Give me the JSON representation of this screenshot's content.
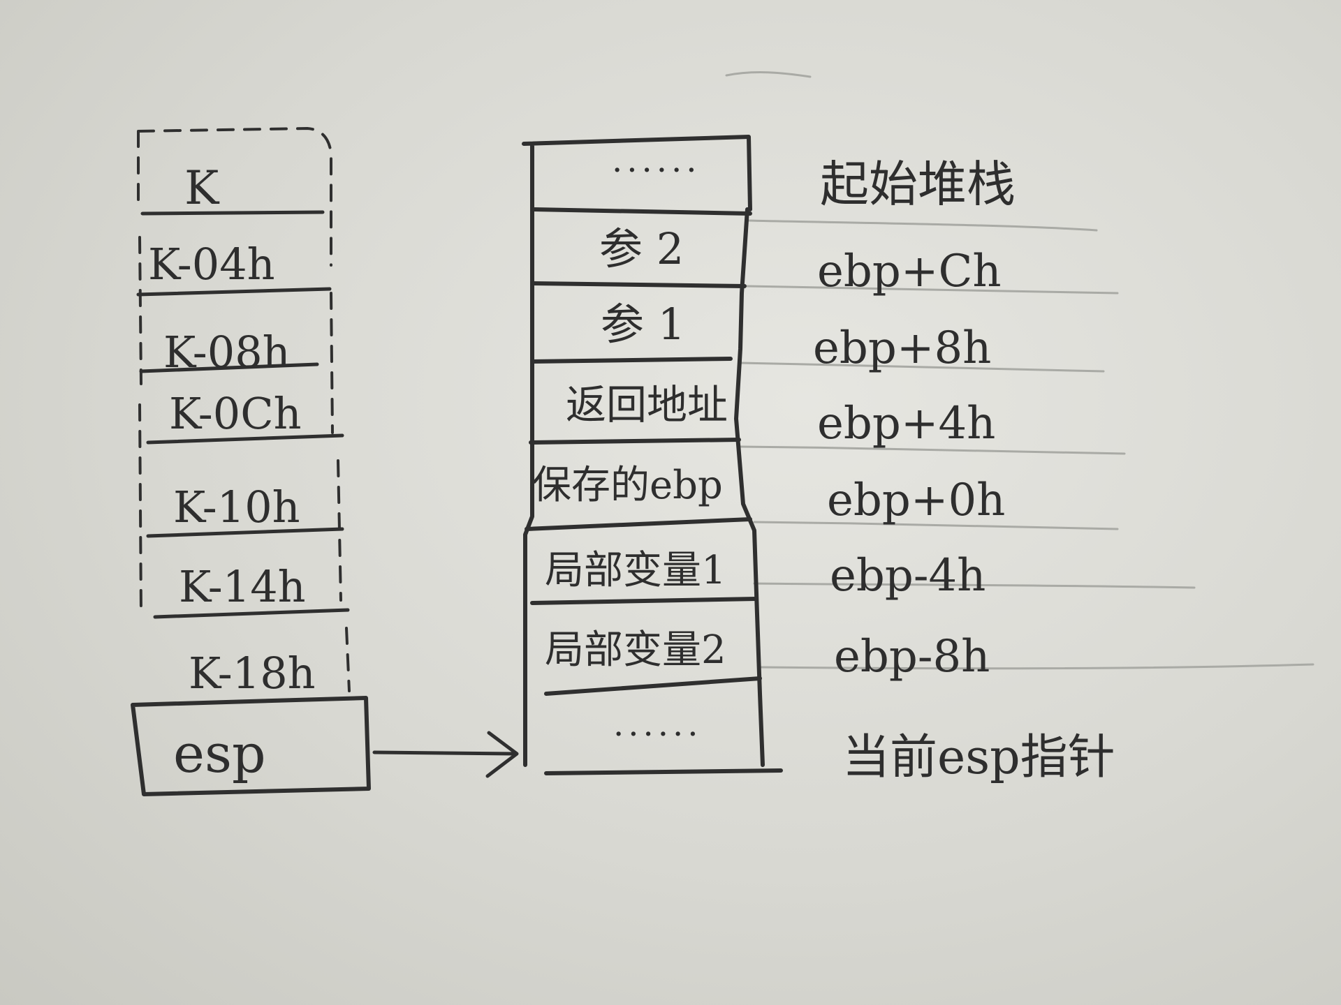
{
  "left_stack": {
    "top_label": "K",
    "offset_labels": [
      "K-04h",
      "K-08h",
      "K-0Ch",
      "K-10h",
      "K-14h",
      "K-18h"
    ],
    "esp_label": "esp"
  },
  "right_stack": {
    "top_ellipsis": "......",
    "cells": [
      "参 2",
      "参 1",
      "返回地址",
      "保存的ebp",
      "局部变量1",
      "局部变量2"
    ],
    "bottom_ellipsis": "......"
  },
  "annotations": {
    "top": "起始堆栈",
    "offsets": [
      "ebp+Ch",
      "ebp+8h",
      "ebp+4h",
      "ebp+0h",
      "ebp-4h",
      "ebp-8h"
    ],
    "bottom": "当前esp指针"
  }
}
